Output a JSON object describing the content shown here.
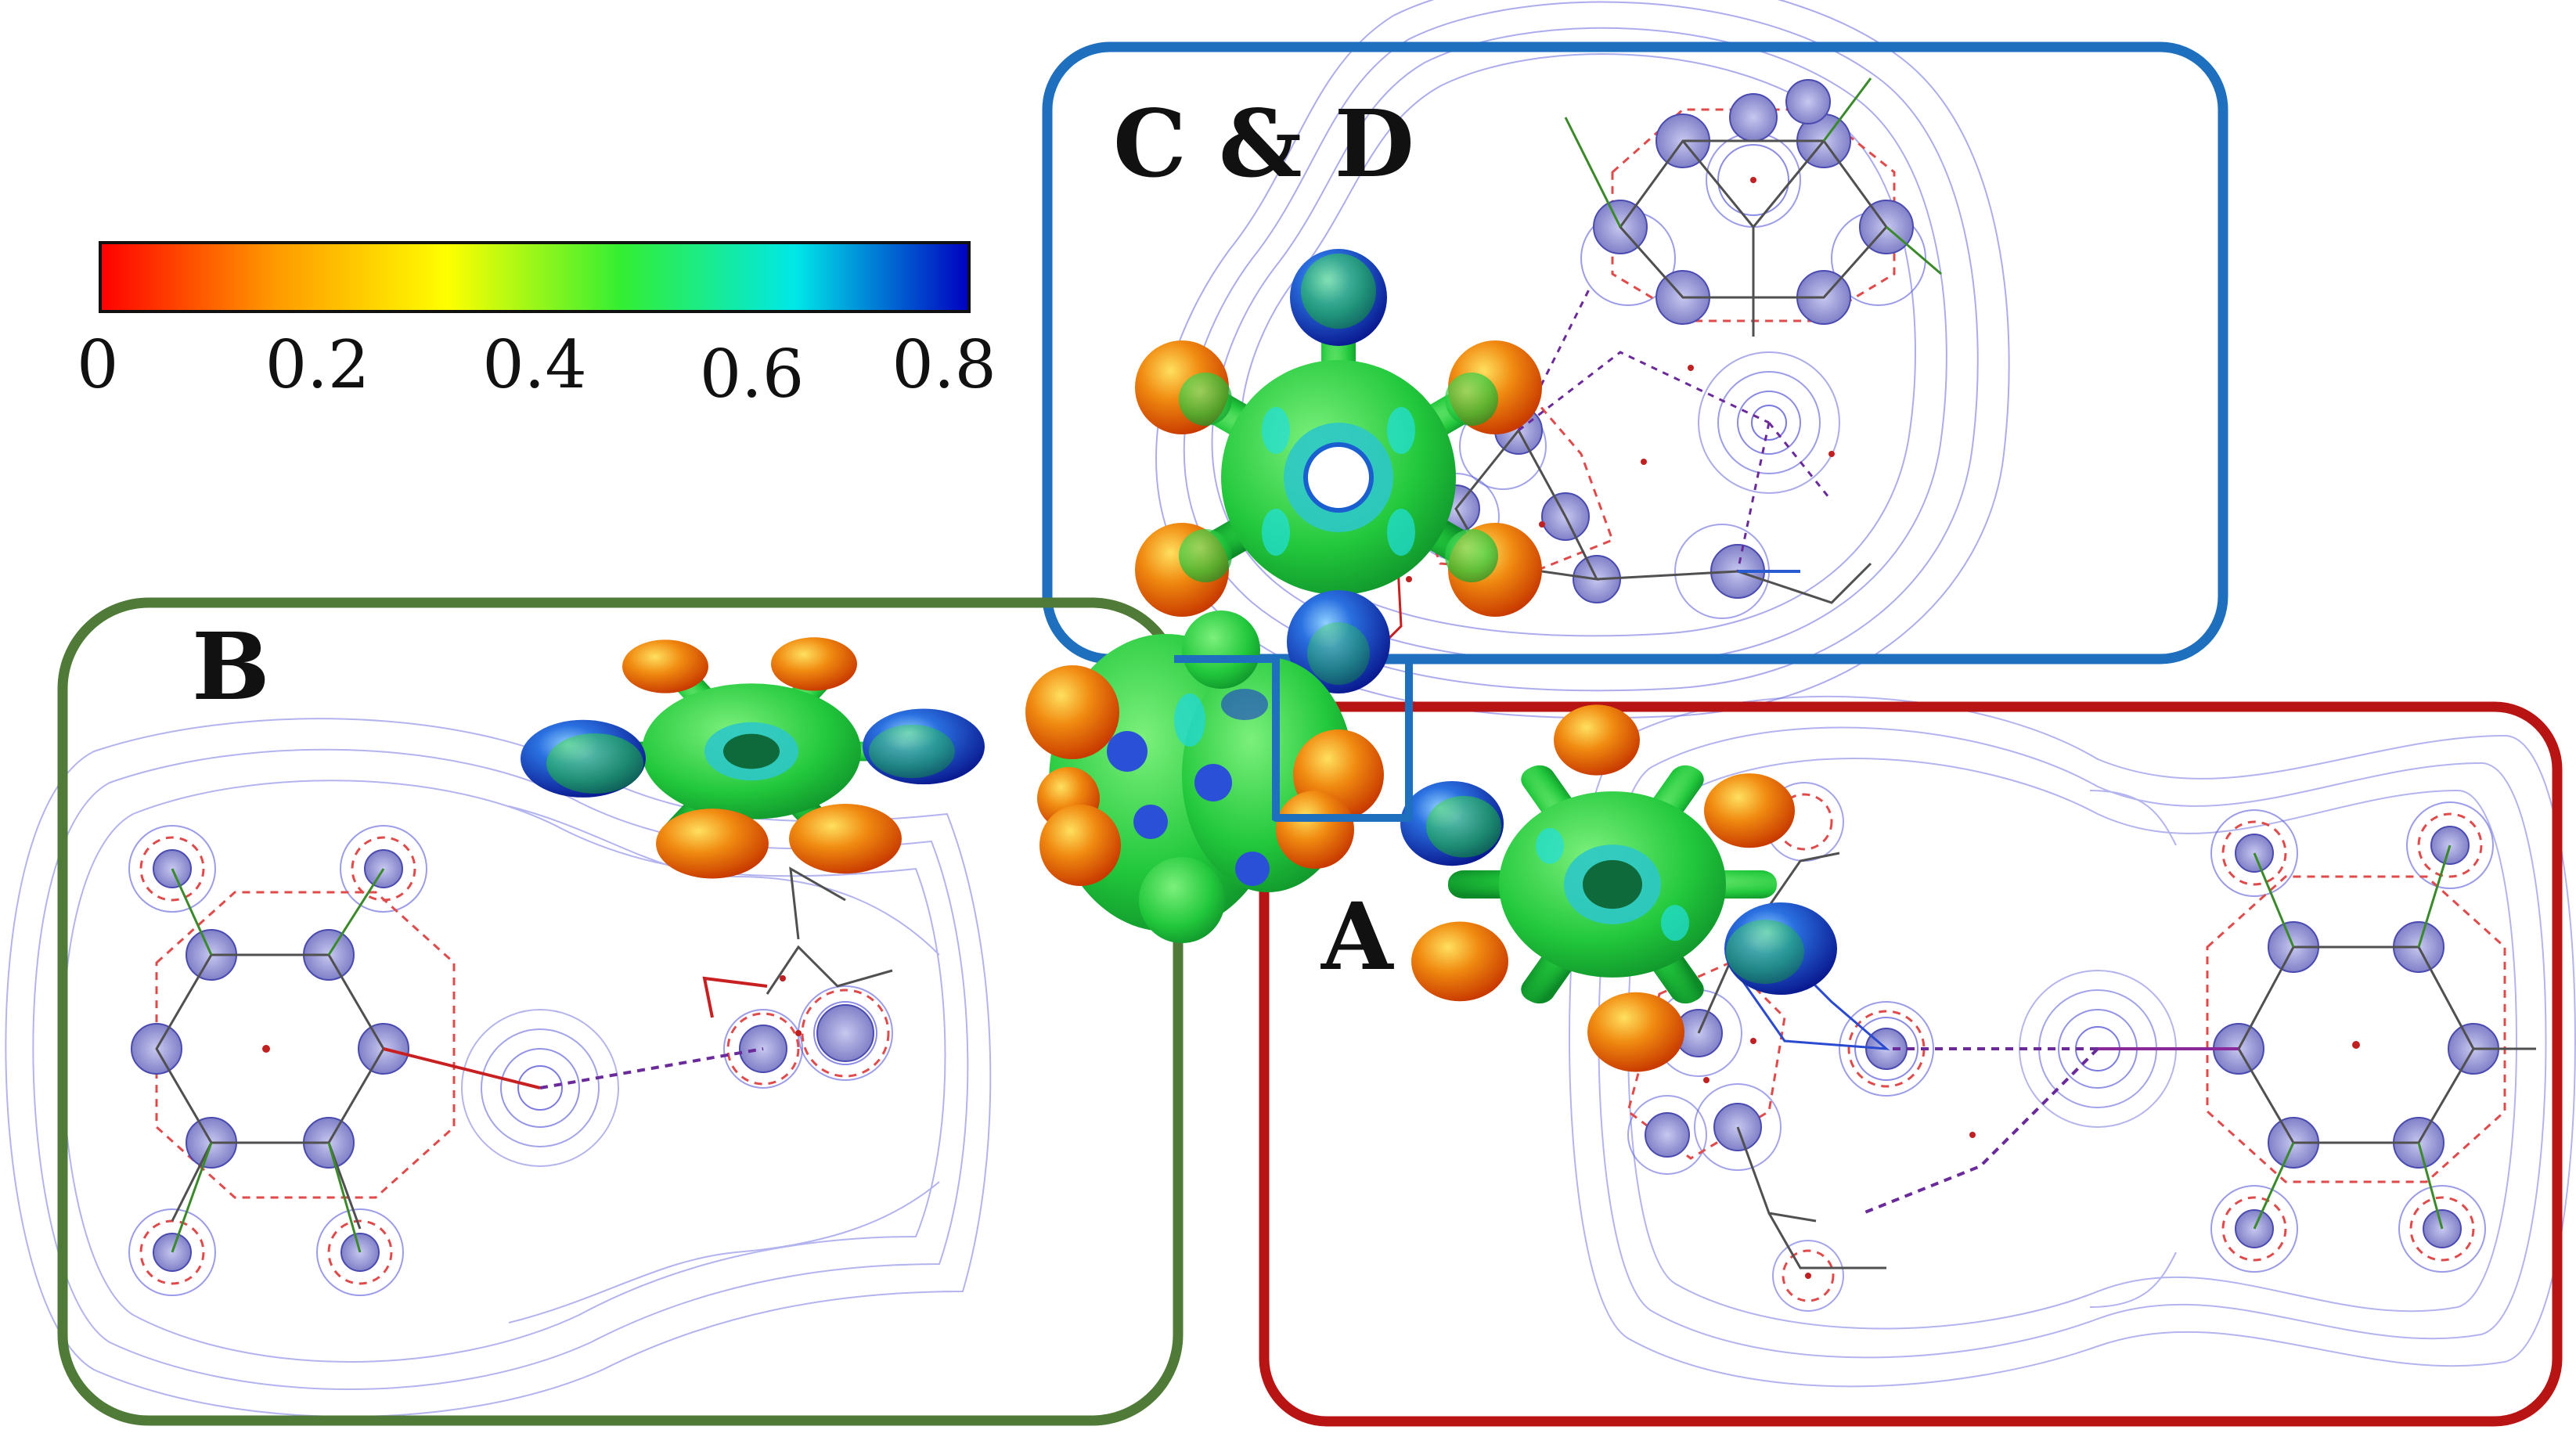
{
  "colorbar": {
    "ticks": [
      "0",
      "0.2",
      "0.4",
      "0.6",
      "0.8"
    ],
    "tick_values": [
      0,
      0.2,
      0.4,
      0.6,
      0.8
    ],
    "range": [
      0,
      0.8
    ],
    "stops": [
      "#ff0000",
      "#ff9900",
      "#ffff00",
      "#33ee33",
      "#00e8e8",
      "#0000c0"
    ]
  },
  "panels": [
    {
      "id": "cd",
      "label": "C & D",
      "border_color": "#1f6fbf"
    },
    {
      "id": "b",
      "label": "B",
      "border_color": "#4f7a37"
    },
    {
      "id": "a",
      "label": "A",
      "border_color": "#b81414"
    }
  ],
  "colors": {
    "contour_blue": "#5a5ad8",
    "contour_red": "#e04a4a",
    "bond": "#505050",
    "surface_green": "#22c83c",
    "surface_blue": "#1a3ad0",
    "surface_orange": "#ee7a10"
  }
}
